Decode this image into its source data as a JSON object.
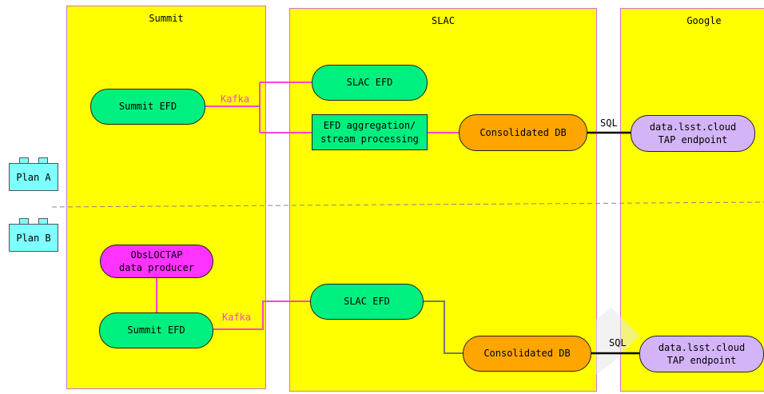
{
  "zones": {
    "summit": "Summit",
    "slac": "SLAC",
    "google": "Google"
  },
  "plans": {
    "plan_a": "Plan A",
    "plan_b": "Plan B"
  },
  "plan_a": {
    "summit_efd": "Summit EFD",
    "slac_efd": "SLAC EFD",
    "aggregation_line1": "EFD aggregation/",
    "aggregation_line2": "stream processing",
    "consolidated_db": "Consolidated DB",
    "tap_line1": "data.lsst.cloud",
    "tap_line2": "TAP endpoint",
    "kafka_label": "Kafka",
    "sql_label": "SQL"
  },
  "plan_b": {
    "producer_line1": "ObsLOCTAP",
    "producer_line2": "data producer",
    "summit_efd": "Summit EFD",
    "slac_efd": "SLAC EFD",
    "consolidated_db": "Consolidated DB",
    "tap_line1": "data.lsst.cloud",
    "tap_line2": "TAP endpoint",
    "kafka_label": "Kafka",
    "sql_label": "SQL"
  },
  "colors": {
    "zone": "#ffff00",
    "zone_border": "#d070d0",
    "efd": "#00f080",
    "db": "#ffa500",
    "producer": "#ff33ff",
    "tap": "#d4b4f8",
    "plan": "#7fffff",
    "kafka_line": "#ff44cc",
    "kafka_text": "#ff44cc"
  }
}
